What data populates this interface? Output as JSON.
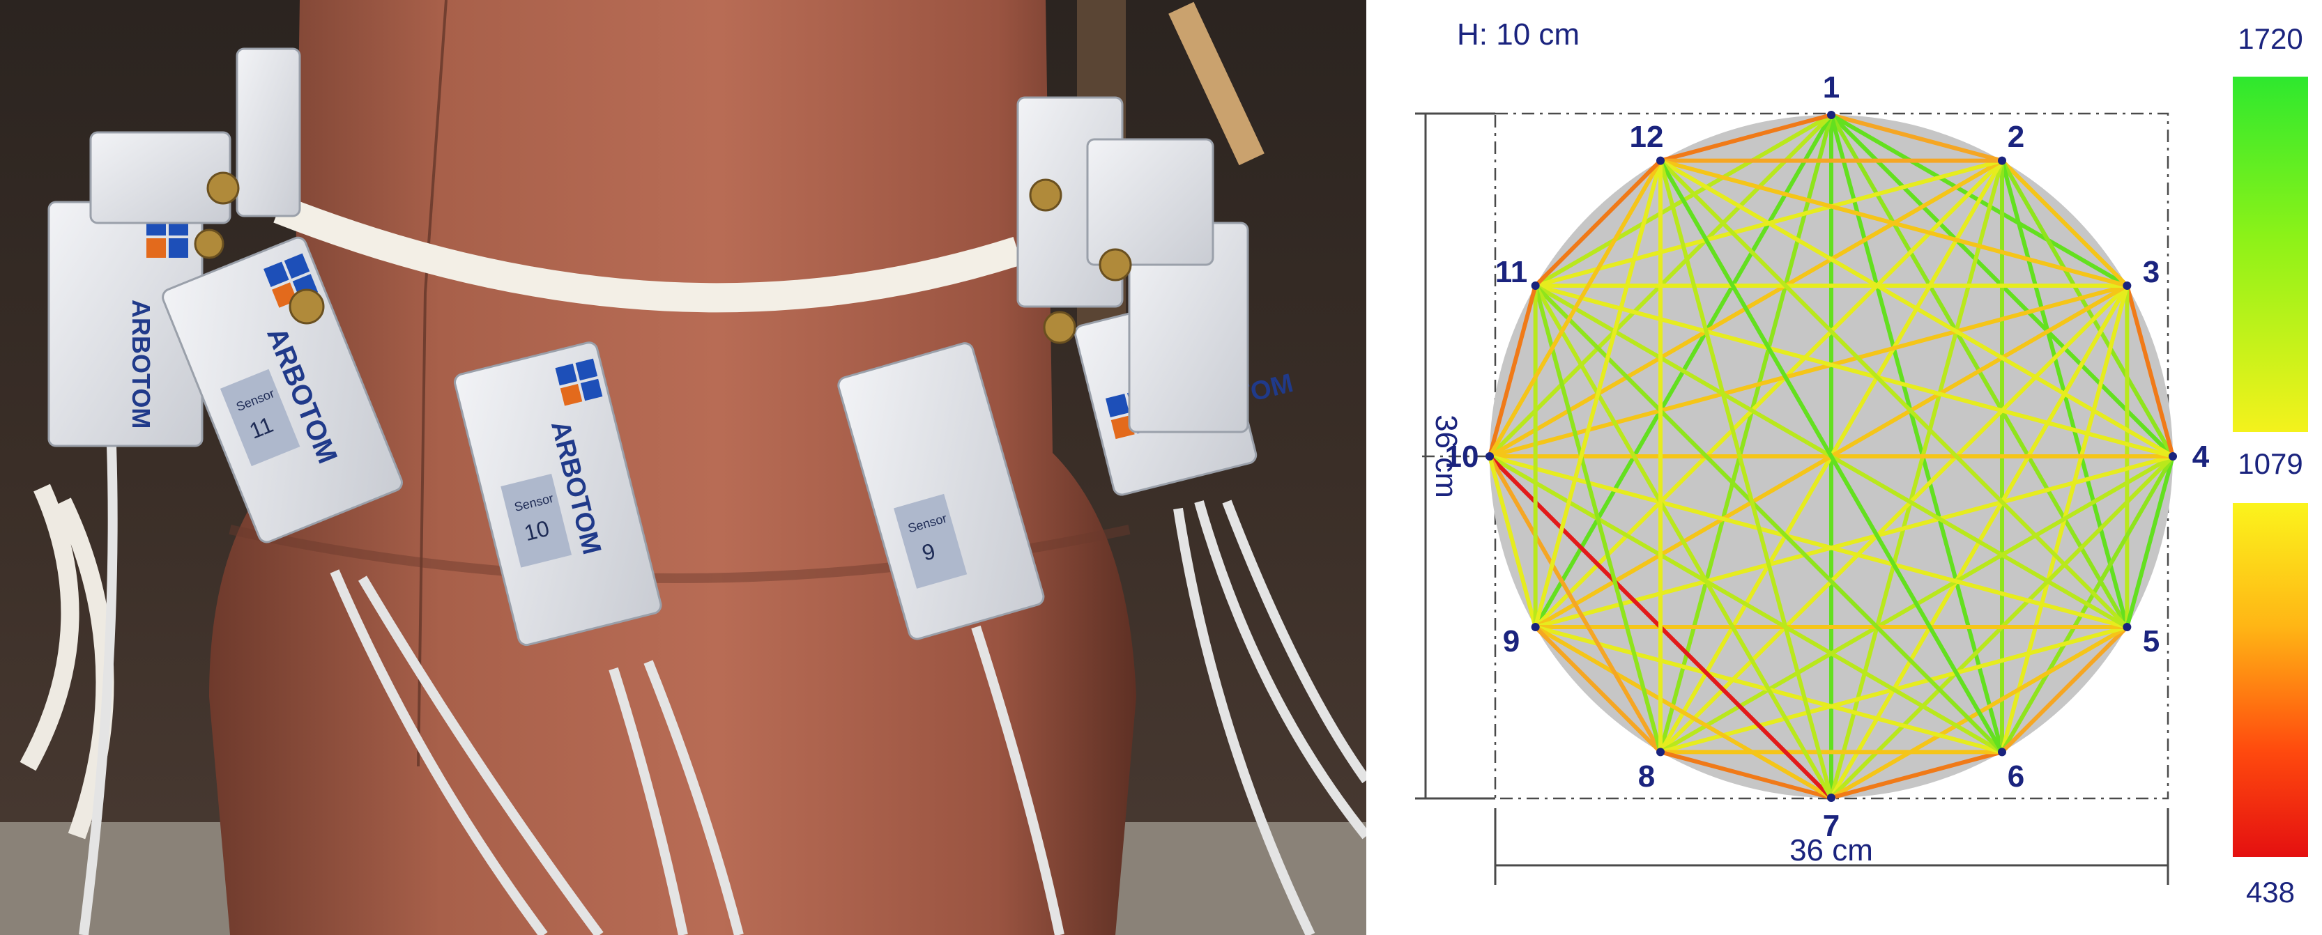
{
  "photo": {
    "brand_text": "ARBOTOM",
    "sensor_word": "Sensor",
    "sensor_numbers": [
      "11",
      "10",
      "9"
    ]
  },
  "diagram": {
    "height_label": "H: 10 cm",
    "height_dim_label": "36 cm",
    "width_dim_label": "36 cm",
    "sensor_labels": [
      "1",
      "2",
      "3",
      "4",
      "5",
      "6",
      "7",
      "8",
      "9",
      "10",
      "11",
      "12"
    ],
    "colors": {
      "background_disc": "#c6c6c6",
      "label": "#1a237e",
      "dim_line": "#4a4a4a"
    }
  },
  "colorbar": {
    "top_value": "1720",
    "mid_value": "1079",
    "bottom_value": "438",
    "upper_gradient": [
      "#2ee82e",
      "#8cf218",
      "#f4f21c"
    ],
    "lower_gradient": [
      "#fbf41c",
      "#ffb515",
      "#ff4a0e",
      "#e41010"
    ]
  },
  "paths": [
    {
      "a": 1,
      "b": 2,
      "c": "#f5a623"
    },
    {
      "a": 1,
      "b": 3,
      "c": "#63e01f"
    },
    {
      "a": 1,
      "b": 4,
      "c": "#63e01f"
    },
    {
      "a": 1,
      "b": 5,
      "c": "#8fe41c"
    },
    {
      "a": 1,
      "b": 6,
      "c": "#63e01f"
    },
    {
      "a": 1,
      "b": 7,
      "c": "#63e01f"
    },
    {
      "a": 1,
      "b": 8,
      "c": "#8fe41c"
    },
    {
      "a": 1,
      "b": 9,
      "c": "#63e01f"
    },
    {
      "a": 1,
      "b": 10,
      "c": "#b9e81c"
    },
    {
      "a": 1,
      "b": 11,
      "c": "#b9e81c"
    },
    {
      "a": 1,
      "b": 12,
      "c": "#f07a18"
    },
    {
      "a": 2,
      "b": 3,
      "c": "#f5c518"
    },
    {
      "a": 2,
      "b": 4,
      "c": "#8fe41c"
    },
    {
      "a": 2,
      "b": 5,
      "c": "#63e01f"
    },
    {
      "a": 2,
      "b": 6,
      "c": "#8fe41c"
    },
    {
      "a": 2,
      "b": 7,
      "c": "#b9e81c"
    },
    {
      "a": 2,
      "b": 8,
      "c": "#e6ec1e"
    },
    {
      "a": 2,
      "b": 9,
      "c": "#e6ec1e"
    },
    {
      "a": 2,
      "b": 10,
      "c": "#f5c518"
    },
    {
      "a": 2,
      "b": 11,
      "c": "#e6ec1e"
    },
    {
      "a": 2,
      "b": 12,
      "c": "#f5a623"
    },
    {
      "a": 3,
      "b": 4,
      "c": "#f07a18"
    },
    {
      "a": 3,
      "b": 5,
      "c": "#b9e81c"
    },
    {
      "a": 3,
      "b": 6,
      "c": "#e6ec1e"
    },
    {
      "a": 3,
      "b": 7,
      "c": "#e6ec1e"
    },
    {
      "a": 3,
      "b": 8,
      "c": "#e6ec1e"
    },
    {
      "a": 3,
      "b": 9,
      "c": "#f5c518"
    },
    {
      "a": 3,
      "b": 10,
      "c": "#f5c518"
    },
    {
      "a": 3,
      "b": 11,
      "c": "#e6ec1e"
    },
    {
      "a": 3,
      "b": 12,
      "c": "#f5c518"
    },
    {
      "a": 4,
      "b": 5,
      "c": "#63e01f"
    },
    {
      "a": 4,
      "b": 6,
      "c": "#8fe41c"
    },
    {
      "a": 4,
      "b": 7,
      "c": "#b9e81c"
    },
    {
      "a": 4,
      "b": 8,
      "c": "#b9e81c"
    },
    {
      "a": 4,
      "b": 9,
      "c": "#e6ec1e"
    },
    {
      "a": 4,
      "b": 10,
      "c": "#f5c518"
    },
    {
      "a": 4,
      "b": 11,
      "c": "#e6ec1e"
    },
    {
      "a": 4,
      "b": 12,
      "c": "#e6ec1e"
    },
    {
      "a": 5,
      "b": 6,
      "c": "#f5a623"
    },
    {
      "a": 5,
      "b": 7,
      "c": "#f5c518"
    },
    {
      "a": 5,
      "b": 8,
      "c": "#e6ec1e"
    },
    {
      "a": 5,
      "b": 9,
      "c": "#f5c518"
    },
    {
      "a": 5,
      "b": 10,
      "c": "#e6ec1e"
    },
    {
      "a": 5,
      "b": 11,
      "c": "#b9e81c"
    },
    {
      "a": 5,
      "b": 12,
      "c": "#b9e81c"
    },
    {
      "a": 6,
      "b": 7,
      "c": "#f07a18"
    },
    {
      "a": 6,
      "b": 8,
      "c": "#f5c518"
    },
    {
      "a": 6,
      "b": 9,
      "c": "#e6ec1e"
    },
    {
      "a": 6,
      "b": 10,
      "c": "#b9e81c"
    },
    {
      "a": 6,
      "b": 11,
      "c": "#8fe41c"
    },
    {
      "a": 6,
      "b": 12,
      "c": "#63e01f"
    },
    {
      "a": 7,
      "b": 8,
      "c": "#f07a18"
    },
    {
      "a": 7,
      "b": 9,
      "c": "#f5c518"
    },
    {
      "a": 7,
      "b": 10,
      "c": "#e21a1a"
    },
    {
      "a": 7,
      "b": 11,
      "c": "#b9e81c"
    },
    {
      "a": 7,
      "b": 12,
      "c": "#b9e81c"
    },
    {
      "a": 8,
      "b": 9,
      "c": "#f5a623"
    },
    {
      "a": 8,
      "b": 10,
      "c": "#f5a623"
    },
    {
      "a": 8,
      "b": 11,
      "c": "#8fe41c"
    },
    {
      "a": 8,
      "b": 12,
      "c": "#e6ec1e"
    },
    {
      "a": 9,
      "b": 10,
      "c": "#e6ec1e"
    },
    {
      "a": 9,
      "b": 11,
      "c": "#b9e81c"
    },
    {
      "a": 9,
      "b": 12,
      "c": "#e6ec1e"
    },
    {
      "a": 10,
      "b": 11,
      "c": "#f07a18"
    },
    {
      "a": 10,
      "b": 12,
      "c": "#f5c518"
    },
    {
      "a": 11,
      "b": 12,
      "c": "#f07a18"
    }
  ]
}
